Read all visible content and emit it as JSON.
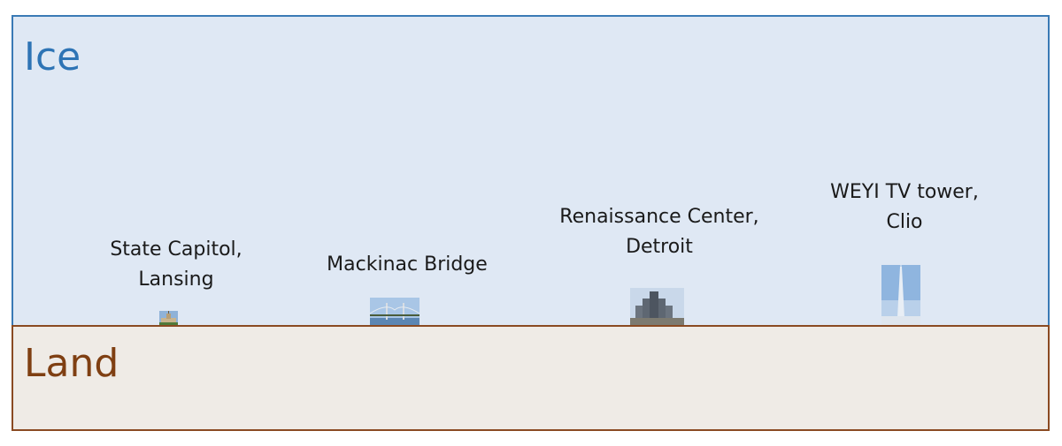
{
  "regions": {
    "ice": {
      "label": "Ice",
      "color": "#2e74b5",
      "fill": "#dfe8f4"
    },
    "land": {
      "label": "Land",
      "color": "#7f3f12",
      "fill": "#efebe6"
    }
  },
  "landmarks": [
    {
      "id": "state-capitol",
      "label": "State Capitol,\nLansing",
      "icon": "state-capitol-image"
    },
    {
      "id": "mackinac-bridge",
      "label": "Mackinac Bridge",
      "icon": "mackinac-bridge-image"
    },
    {
      "id": "renaissance-center",
      "label": "Renaissance Center,\nDetroit",
      "icon": "renaissance-center-image"
    },
    {
      "id": "weyi-tower",
      "label": "WEYI TV tower,\nClio",
      "icon": "weyi-tv-tower-image"
    }
  ]
}
